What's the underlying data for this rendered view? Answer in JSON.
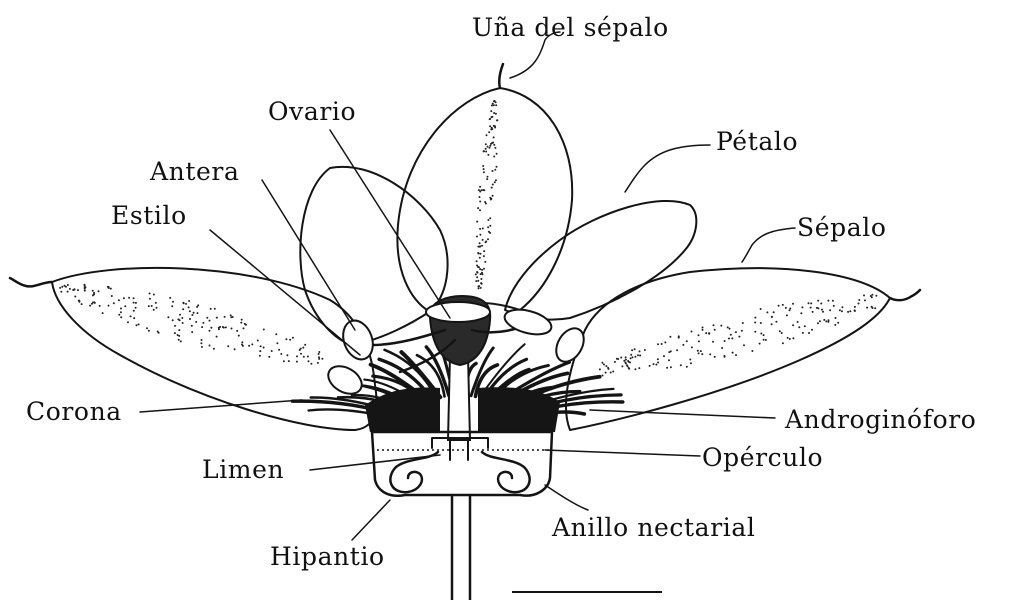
{
  "figure": {
    "description_visible_text_only": true,
    "labels": {
      "sepal_claw": "Uña del sépalo",
      "ovary": "Ovario",
      "petal": "Pétalo",
      "anther": "Antera",
      "style": "Estilo",
      "sepal": "Sépalo",
      "corona": "Corona",
      "androgynophore": "Androginóforo",
      "limen": "Limen",
      "operculum": "Opérculo",
      "nectar_ring": "Anillo nectarial",
      "hypanthium": "Hipantio"
    }
  }
}
